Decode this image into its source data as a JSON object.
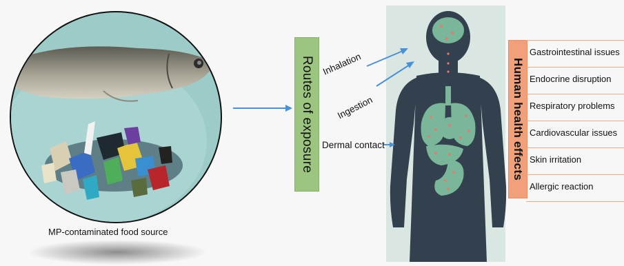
{
  "source_caption": "MP-contaminated food source",
  "routes": {
    "title": "Routes of exposure",
    "items": [
      "Inhalation",
      "Ingestion",
      "Dermal contact"
    ]
  },
  "health": {
    "title": "Human health effects",
    "effects": [
      "Gastrointestinal issues",
      "Endocrine disruption",
      "Respiratory problems",
      "Cardiovascular issues",
      "Skin irritation",
      "Allergic reaction"
    ]
  },
  "colors": {
    "routes_box": "#9cc67f",
    "health_box": "#f2a07a",
    "arrow": "#4a90d9",
    "body_silhouette": "#33414f",
    "body_background": "#d9e6e1",
    "organs": "#7ab69a",
    "dots": "#e87a6a"
  }
}
